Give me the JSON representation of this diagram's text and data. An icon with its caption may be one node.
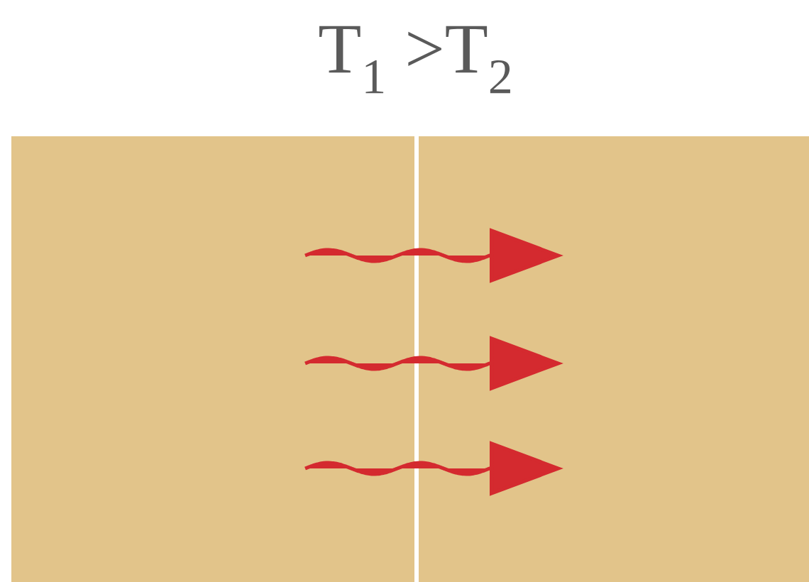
{
  "diagram": {
    "title": "T$_{1}$ >T$_{2}$",
    "nodes": [
      {
        "text": [],
        "shape": "box"
      },
      {
        "text": [],
        "shape": "box"
      }
    ]
  }
}
